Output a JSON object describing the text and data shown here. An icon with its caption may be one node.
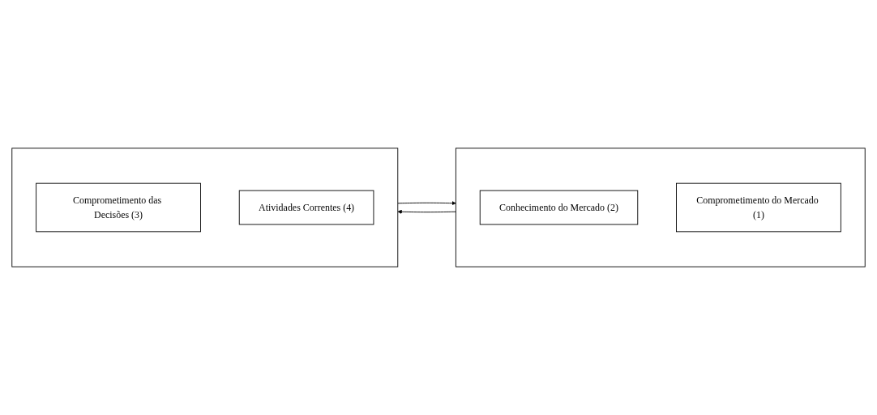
{
  "diagram": {
    "nodes": [
      {
        "text": [],
        "shape": "box"
      },
      {
        "text": [
          "Conhecimento do Mercado (2)"
        ],
        "in": 0
      },
      {
        "text": [
          "Comprometimento do Mercado (1)"
        ],
        "in": 0
      },
      {
        "text": [],
        "shape": "box"
      },
      {
        "text": [
          "Comprometimento das Decisões (3)"
        ],
        "in": 3
      },
      {
        "text": [
          "Atividades Correntes (4)"
        ],
        "in": 3
      }
    ],
    "edges": [
      {
        "from": 0,
        "to": 3,
        "arrow": "to"
      },
      {
        "from": 3,
        "to": 0,
        "arrow": "to"
      }
    ]
  }
}
